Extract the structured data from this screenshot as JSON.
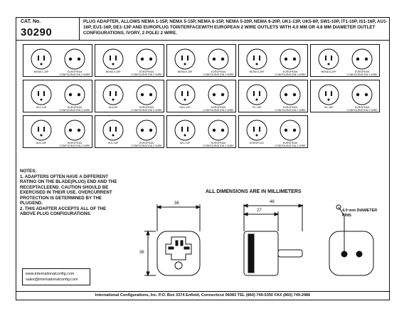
{
  "header": {
    "cat_label": "CAT. No.",
    "cat_number": "30290",
    "description": "PLUG ADAPTER, ALLOWS NEMA 1-15P, NEMA 5-15P, NEMA 6-15P, NEMA 5-20P, NEMA 6-20P, UK1-13P, UK5-6P, SW1-10P, IT1-10P, IS1-16P, AU1-16P, EU1-16P, DE1-13P AND EUROPLUG TOINTERFACEWITH EUROPEAN 2 WIRE OUTLETS WITH 4.0 mm OR 4.8 mm DIAMETER OUTLET CONFIGURATIONS. IVORY, 2 POLE/ 2 WIRE."
  },
  "grid": {
    "rows": [
      [
        {
          "left": "NEMA 1-15P",
          "right": "EUROPEAN CONFIGURATION 2 WIRE"
        },
        {
          "left": "NEMA 5-15P",
          "right": "EUROPEAN CONFIGURATION 2 WIRE"
        },
        {
          "left": "NEMA 6-15P",
          "right": "EUROPEAN CONFIGURATION 2 WIRE"
        },
        {
          "left": "NEMA 5-20P",
          "right": "EUROPEAN CONFIGURATION 2 WIRE"
        },
        {
          "left": "NEMA 6-20P",
          "right": "EUROPEAN CONFIGURATION 2 WIRE"
        }
      ],
      [
        {
          "left": "UK1-13P",
          "right": "EUROPEAN CONFIGURATION 2 WIRE"
        },
        {
          "left": "UK5-6P",
          "right": "EUROPEAN CONFIGURATION 2 WIRE"
        },
        {
          "left": "SW1-10P",
          "right": "EUROPEAN CONFIGURATION 2 WIRE"
        },
        {
          "left": "IT1-10P",
          "right": "EUROPEAN CONFIGURATION 2 WIRE"
        },
        {
          "left": "IS1-16P",
          "right": "EUROPEAN CONFIGURATION 2 WIRE"
        }
      ],
      [
        {
          "left": "AU1-16P",
          "right": "EUROPEAN CONFIGURATION 2 WIRE"
        },
        {
          "left": "EU1-16P",
          "right": "EUROPEAN CONFIGURATION 2 WIRE"
        },
        {
          "left": "DE1-13P",
          "right": "EUROPEAN CONFIGURATION 2 WIRE"
        },
        {
          "left": "EUROPLUG",
          "right": "EUROPEAN CONFIGURATION 2 WIRE"
        }
      ]
    ]
  },
  "notes": {
    "title": "NOTES:",
    "lines": [
      "1. ADAPTERS OFTEN HAVE A DIFFERENT RATING ON THE BLADE(PLUG) END AND THE RECEPTACLEEND. CAUTION SHOULD BE EXERCISED IN THEIR USE. OVERCURRENT PROTECTION IS DETERMINED BY THE PLUGEND.",
      "2. THIS ADAPTER ACCEPTS ALL OF THE ABOVE PLUG CONFIGURATIONS."
    ]
  },
  "contact": {
    "web": "www.internationalconfig.com",
    "email": "sales@internationalconfig.com"
  },
  "dimensions": {
    "title": "ALL DIMENSIONS ARE IN MILLIMETERS",
    "width_front": "36",
    "height_front": "36",
    "depth_total": "46",
    "depth_body": "27",
    "pin_label": "4.0 mm DIAMETER PINS"
  },
  "footer": "International Configurations, Inc. P.O. Box 3374 Enfield, Connecticut 06083 TEL (860) 749-5350 FAX (860) 749-2986"
}
